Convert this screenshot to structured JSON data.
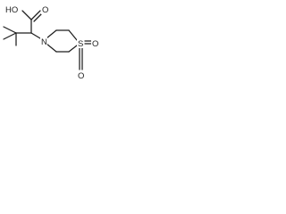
{
  "structure": {
    "atoms": {
      "hydroxyl": "HO",
      "carbonyl_oxygen": "O",
      "nitrogen": "N",
      "sulfur": "S",
      "sulfonyl_oxygen_bottom": "O",
      "sulfonyl_oxygen_right": "O"
    }
  }
}
